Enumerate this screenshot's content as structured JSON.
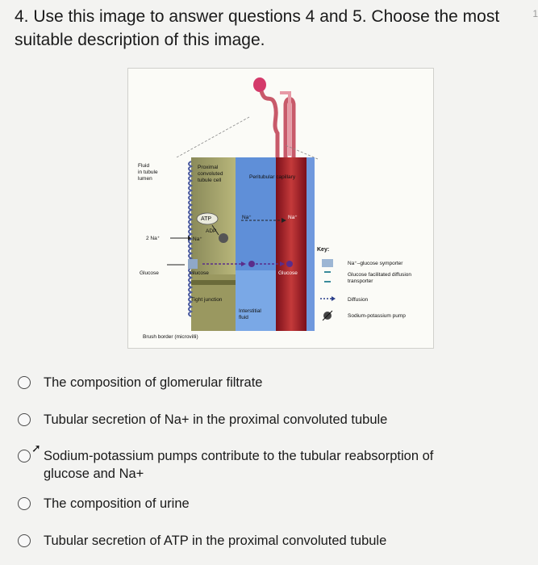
{
  "question": {
    "text": "4. Use this image to answer questions 4 and 5. Choose the most suitable description of this image.",
    "corner_number": "1"
  },
  "figure": {
    "labels": {
      "fluid_lumen": [
        "Fluid",
        "in tubule",
        "lumen"
      ],
      "proximal_cell": [
        "Proximal",
        "convoluted",
        "tubule cell"
      ],
      "peritubular": "Peritubular capillary",
      "atp": "ATP",
      "adp": "ADP",
      "na_left": "2 Na⁺",
      "na_mid": "Na⁺",
      "na_cap_from": "Na⁺",
      "na_cap_to": "Na⁺",
      "glucose_left": "Glucose",
      "glucose_mid": "Glucose",
      "glucose_right": "Glucose",
      "tight_junction": "Tight junction",
      "interstitial": [
        "Interstitial",
        "fluid"
      ],
      "brush_border": "Brush border (microvilli)"
    },
    "key": {
      "title": "Key:",
      "items": [
        "Na⁺–glucose symporter",
        "Glucose facilitated diffusion transporter",
        "Diffusion",
        "Sodium-potassium pump"
      ]
    }
  },
  "options": [
    {
      "text": "The composition of glomerular filtrate"
    },
    {
      "text": "Tubular secretion of Na+ in the proximal convoluted tubule"
    },
    {
      "text": "Sodium-potassium pumps contribute to the tubular reabsorption of glucose and Na+"
    },
    {
      "text": "The composition of urine"
    },
    {
      "text": "Tubular secretion of ATP in the proximal convoluted tubule"
    }
  ]
}
